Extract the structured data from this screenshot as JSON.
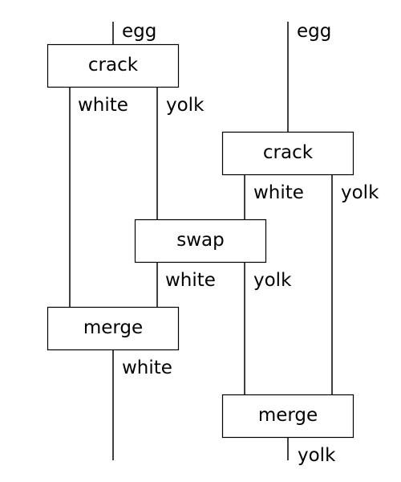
{
  "boxes": {
    "crack_left": "crack",
    "crack_right": "crack",
    "swap": "swap",
    "merge_left": "merge",
    "merge_right": "merge"
  },
  "wires": {
    "egg_left": "egg",
    "egg_right": "egg",
    "crack_left_white": "white",
    "crack_left_yolk": "yolk",
    "crack_right_white": "white",
    "crack_right_yolk": "yolk",
    "swap_white": "white",
    "swap_yolk": "yolk",
    "merge_left_white": "white",
    "merge_right_yolk": "yolk"
  }
}
